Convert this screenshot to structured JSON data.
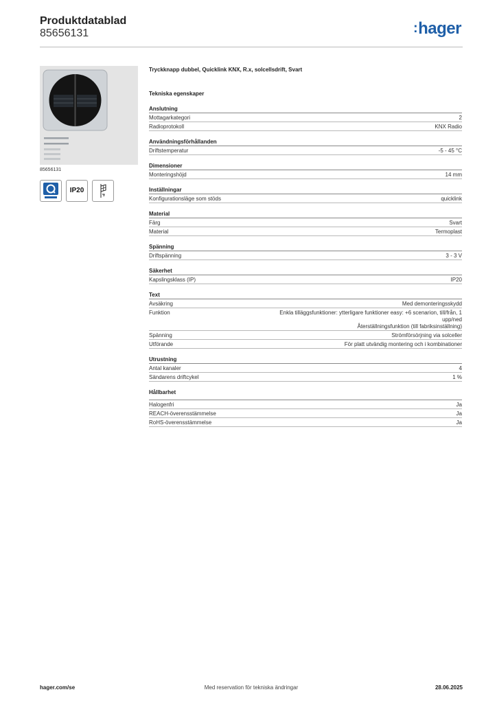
{
  "header": {
    "title": "Produktdatablad",
    "code": "85656131",
    "logo": "hager",
    "logo_color": "#1f5fa8"
  },
  "left_panel": {
    "image_caption": "85656131",
    "badges": [
      {
        "icon": "quicklink-badge-icon",
        "label": "quicklink"
      },
      {
        "icon": "ip20-badge-icon",
        "label": "IP20"
      },
      {
        "icon": "solar-cell-badge-icon",
        "label": ""
      }
    ]
  },
  "product_name": "Tryckknapp dubbel, Quicklink KNX, R.x, solcellsdrift, Svart",
  "tech_heading": "Tekniska egenskaper",
  "sections": [
    {
      "title": "Anslutning",
      "rows": [
        {
          "label": "Mottagarkategori",
          "value": "2"
        },
        {
          "label": "Radioprotokoll",
          "value": "KNX Radio"
        }
      ]
    },
    {
      "title": "Användningsförhållanden",
      "rows": [
        {
          "label": "Driftstemperatur",
          "value": "-5 - 45 °C"
        }
      ]
    },
    {
      "title": "Dimensioner",
      "rows": [
        {
          "label": "Monteringshöjd",
          "value": "14 mm"
        }
      ]
    },
    {
      "title": "Inställningar",
      "rows": [
        {
          "label": "Konfigurationsläge som stöds",
          "value": "quicklink"
        }
      ]
    },
    {
      "title": "Material",
      "rows": [
        {
          "label": "Färg",
          "value": "Svart"
        },
        {
          "label": "Material",
          "value": "Termoplast"
        }
      ]
    },
    {
      "title": "Spänning",
      "rows": [
        {
          "label": "Driftspänning",
          "value": "3 - 3 V"
        }
      ]
    },
    {
      "title": "Säkerhet",
      "rows": [
        {
          "label": "Kapslingsklass (IP)",
          "value": "IP20"
        }
      ]
    },
    {
      "title": "Text",
      "rows": [
        {
          "label": "Avsäkring",
          "value": "Med demonteringsskydd"
        },
        {
          "label": "Funktion",
          "value_lines": [
            "Enkla tilläggsfunktioner: ytterligare funktioner easy: +6 scenarion, till/från, 1",
            "upp/ned",
            "Återställningsfunktion (till fabriksinställning)"
          ]
        },
        {
          "label": "Spänning",
          "value": "Strömförsörjning via solceller"
        },
        {
          "label": "Utförande",
          "value": "För platt utvändig montering och i kombinationer"
        }
      ]
    },
    {
      "title": "Utrustning",
      "rows": [
        {
          "label": "Antal kanaler",
          "value": "4"
        },
        {
          "label": "Sändarens driftcykel",
          "value": "1 %"
        }
      ]
    },
    {
      "title": "Hållbarhet",
      "rows": [
        {
          "label": "Halogenfri",
          "value": "Ja"
        },
        {
          "label": "REACH-överensstämmelse",
          "value": "Ja"
        },
        {
          "label": "RoHS-överensstämmelse",
          "value": "Ja"
        }
      ]
    }
  ],
  "footer": {
    "left": "hager.com/se",
    "center": "Med reservation för tekniska ändringar",
    "right": "28.06.2025"
  }
}
